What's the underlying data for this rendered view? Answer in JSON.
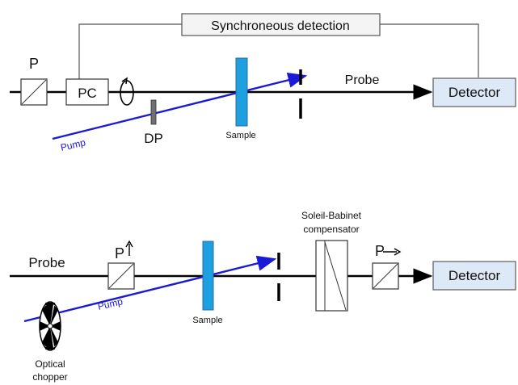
{
  "top": {
    "sync_label": "Synchroneous detection",
    "polarizer_label": "P",
    "pc_label": "PC",
    "dp_label": "DP",
    "probe_label": "Probe",
    "pump_label": "Pump",
    "sample_label": "Sample",
    "detector_label": "Detector"
  },
  "bottom": {
    "probe_label": "Probe",
    "polarizer1_label": "P",
    "pump_label": "Pump",
    "sample_label": "Sample",
    "compensator_label_line1": "Soleil-Babinet",
    "compensator_label_line2": "compensator",
    "polarizer2_label": "P",
    "detector_label": "Detector",
    "chopper_label_line1": "Optical",
    "chopper_label_line2": "chopper"
  },
  "colors": {
    "beam": "#000000",
    "pump_beam": "#1a1ad6",
    "sample_fill": "#1e9fe0",
    "detector_fill": "#dde9f6",
    "detector_stroke": "#5a5a5a"
  }
}
